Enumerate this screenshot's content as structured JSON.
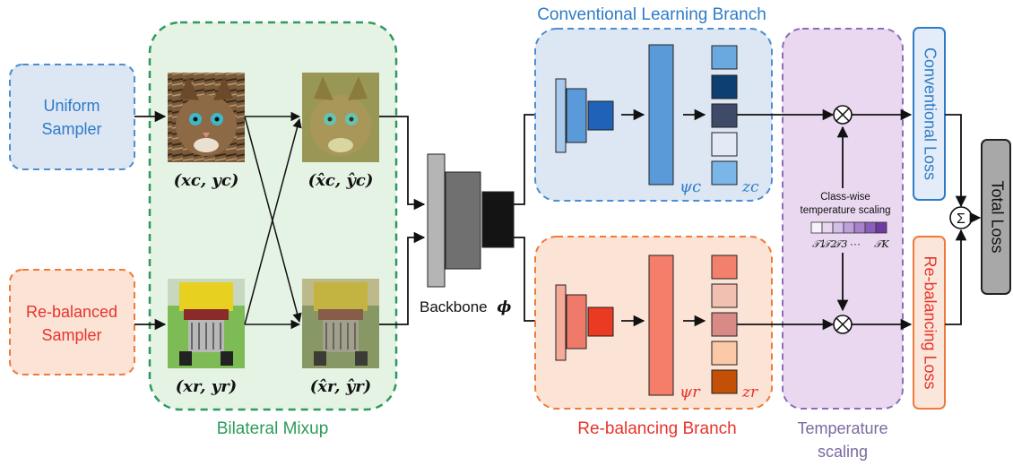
{
  "samplers": {
    "uniform": {
      "line1": "Uniform",
      "line2": "Sampler"
    },
    "rebalanced": {
      "line1": "Re-balanced",
      "line2": "Sampler"
    }
  },
  "mixup": {
    "title": "Bilateral Mixup",
    "label_xc_yc": "(xc, yc)",
    "label_xr_yr": "(xr, yr)",
    "label_xhatc_yhatc": "(x̂c, ŷc)",
    "label_xhatr_yhatr": "(x̂r, ŷr)"
  },
  "backbone": {
    "label": "Backbone",
    "symbol": "ϕ"
  },
  "conventional_branch": {
    "title": "Conventional Learning Branch",
    "psi": "ψc",
    "z": "zc"
  },
  "rebalancing_branch": {
    "title": "Re-balancing Branch",
    "psi": "ψr",
    "z": "zr"
  },
  "temperature": {
    "title_line1": "Temperature",
    "title_line2": "scaling",
    "inner_line1": "Class-wise",
    "inner_line2": "temperature scaling",
    "tau1": "𝒯1",
    "tau2": "𝒯2",
    "tau3": "𝒯3",
    "dots": "···",
    "tauK": "𝒯K"
  },
  "losses": {
    "conventional": "Conventional Loss",
    "rebalancing": "Re-balancing Loss",
    "total": "Total Loss",
    "sum_symbol": "Σ",
    "multiply_symbol": "⊗"
  },
  "colors": {
    "blue": "#2e7cc8",
    "orange": "#f07a3a",
    "green": "#2e9a5a",
    "purple": "#8a6fb8",
    "red": "#e8332a"
  }
}
